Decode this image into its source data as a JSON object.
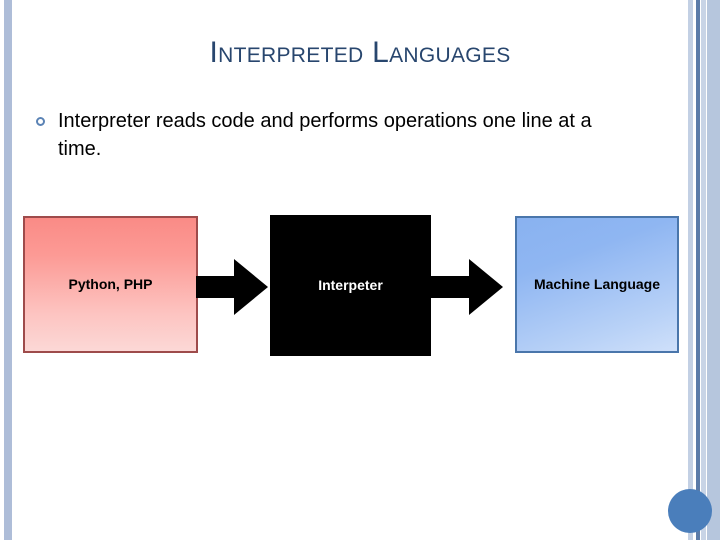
{
  "slide": {
    "title": "Interpreted Languages",
    "bullets": [
      {
        "marker": "hollow-circle-bullet",
        "text": "Interpreter reads code and performs operations one line at a time."
      }
    ]
  },
  "diagram": {
    "type": "flow",
    "nodes": [
      {
        "id": "source",
        "label": "Python, PHP",
        "fill": "#fa8b86",
        "border": "#9e4b4b",
        "text_color": "#000000"
      },
      {
        "id": "process",
        "label": "Interpeter",
        "fill": "#000000",
        "border": "#000000",
        "text_color": "#ffffff"
      },
      {
        "id": "target",
        "label": "Machine Language",
        "fill": "#89b2f0",
        "border": "#4a76ab",
        "text_color": "#000000"
      }
    ],
    "arrows": [
      {
        "id": "arrow-source-to-process",
        "from": "source",
        "to": "process",
        "color": "#000000"
      },
      {
        "id": "arrow-process-to-target",
        "from": "process",
        "to": "target",
        "color": "#000000"
      }
    ]
  },
  "decor": {
    "left_stripe_color": "#aebdd8",
    "right_stripe_colors": [
      "#c3d0e4",
      "#5b7ba8",
      "#c8d4e6",
      "#b6c6dd"
    ],
    "corner_dot_color": "#4a7ebb",
    "title_color": "#28466e",
    "bullet_marker_color": "#5b83b5"
  }
}
